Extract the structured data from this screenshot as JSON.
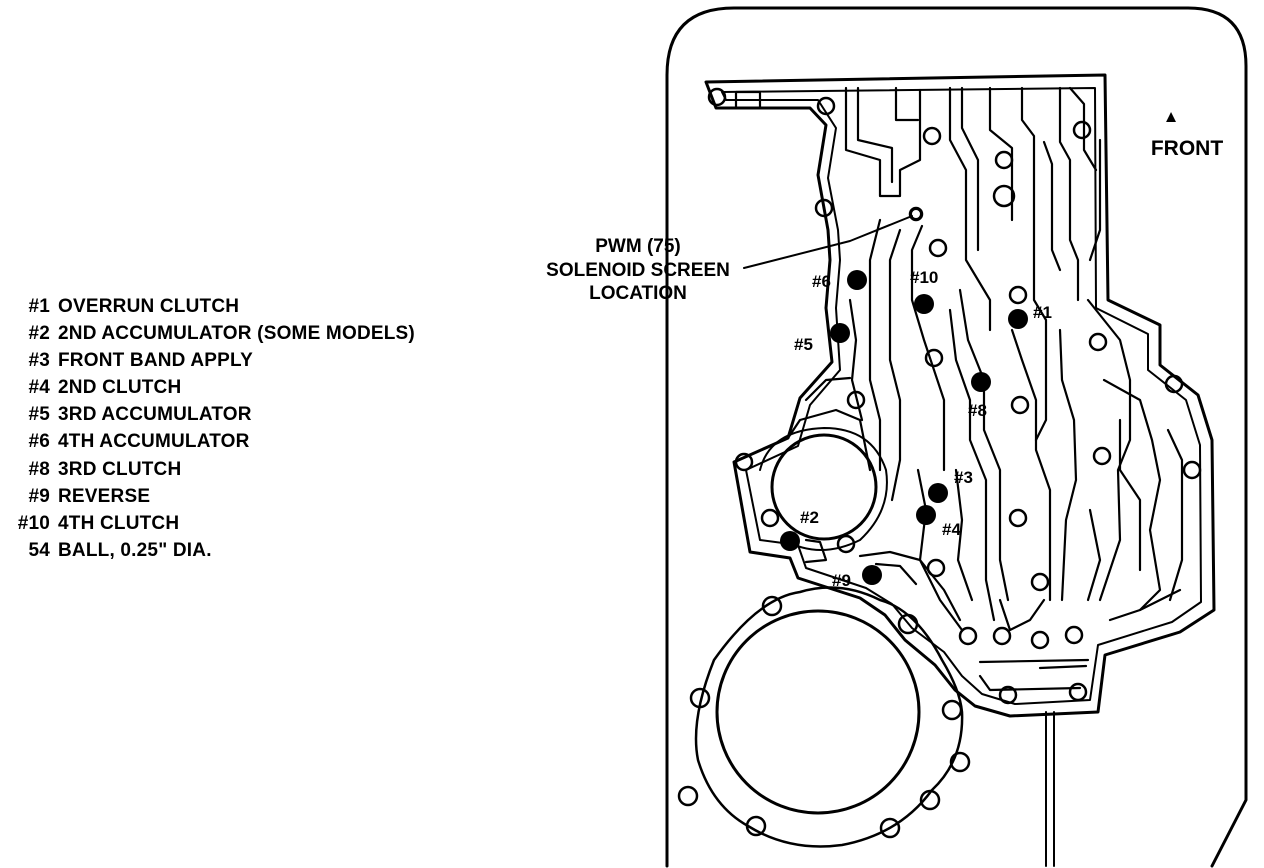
{
  "legend": [
    {
      "id": "#1",
      "desc": "OVERRUN CLUTCH"
    },
    {
      "id": "#2",
      "desc": "2ND ACCUMULATOR (SOME MODELS)"
    },
    {
      "id": "#3",
      "desc": "FRONT BAND APPLY"
    },
    {
      "id": "#4",
      "desc": "2ND CLUTCH"
    },
    {
      "id": "#5",
      "desc": "3RD ACCUMULATOR"
    },
    {
      "id": "#6",
      "desc": "4TH ACCUMULATOR"
    },
    {
      "id": "#8",
      "desc": "3RD CLUTCH"
    },
    {
      "id": "#9",
      "desc": "REVERSE"
    },
    {
      "id": "#10",
      "desc": "4TH CLUTCH"
    },
    {
      "id": "54",
      "desc": "BALL, 0.25\" DIA."
    }
  ],
  "callout": {
    "line1": "PWM (75)",
    "line2": "SOLENOID SCREEN",
    "line3": "LOCATION"
  },
  "front": {
    "arrow": "▲",
    "label": "FRONT"
  },
  "balls": {
    "b1": "#1",
    "b2": "#2",
    "b3": "#3",
    "b4": "#4",
    "b5": "#5",
    "b6": "#6",
    "b8": "#8",
    "b9": "#9",
    "b10": "#10"
  }
}
